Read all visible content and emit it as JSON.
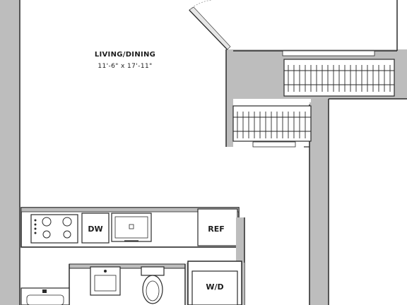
{
  "living": {
    "name": "LIVING/DINING",
    "dimensions": "11'-6\" x 17'-11\""
  },
  "appliances": {
    "dishwasher": "DW",
    "refrigerator": "REF",
    "washer_dryer": "W/D"
  },
  "colors": {
    "wall": "#2a2a2a",
    "shading": "#bdbdbd",
    "paper": "#ffffff"
  }
}
